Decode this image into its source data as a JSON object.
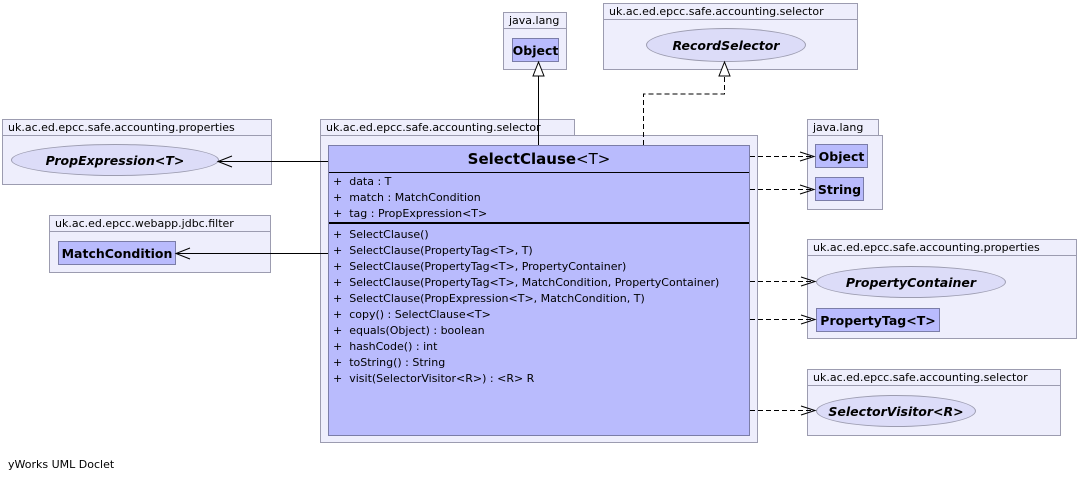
{
  "main_package": "uk.ac.ed.epcc.safe.accounting.selector",
  "main_class": {
    "name": "SelectClause",
    "type_param": "<T>",
    "attributes": [
      "+  data : T",
      "+  match : MatchCondition",
      "+  tag : PropExpression<T>"
    ],
    "operations": [
      "+  SelectClause()",
      "+  SelectClause(PropertyTag<T>, T)",
      "+  SelectClause(PropertyTag<T>, PropertyContainer)",
      "+  SelectClause(PropertyTag<T>, MatchCondition, PropertyContainer)",
      "+  SelectClause(PropExpression<T>, MatchCondition, T)",
      "+  copy() : SelectClause<T>",
      "+  equals(Object) : boolean",
      "+  hashCode() : int",
      "+  toString() : String",
      "+  visit(SelectorVisitor<R>) : <R> R"
    ]
  },
  "packages": {
    "java_lang_top": {
      "name": "java.lang",
      "classes": [
        "Object"
      ]
    },
    "selector_top": {
      "name": "uk.ac.ed.epcc.safe.accounting.selector",
      "interfaces": [
        "RecordSelector"
      ]
    },
    "properties_left": {
      "name": "uk.ac.ed.epcc.safe.accounting.properties",
      "interfaces": [
        "PropExpression<T>"
      ]
    },
    "jdbc_filter": {
      "name": "uk.ac.ed.epcc.webapp.jdbc.filter",
      "classes": [
        "MatchCondition"
      ]
    },
    "java_lang_right": {
      "name": "java.lang",
      "classes": [
        "Object",
        "String"
      ]
    },
    "properties_right": {
      "name": "uk.ac.ed.epcc.safe.accounting.properties",
      "interfaces": [
        "PropertyContainer"
      ],
      "classes": [
        "PropertyTag<T>"
      ]
    },
    "selector_right": {
      "name": "uk.ac.ed.epcc.safe.accounting.selector",
      "interfaces": [
        "SelectorVisitor<R>"
      ]
    }
  },
  "relations": [
    {
      "from": "SelectClause<T>",
      "to": "Object",
      "kind": "generalization"
    },
    {
      "from": "SelectClause<T>",
      "to": "RecordSelector",
      "kind": "realization"
    },
    {
      "from": "SelectClause<T>",
      "to": "PropExpression<T>",
      "kind": "association"
    },
    {
      "from": "SelectClause<T>",
      "to": "MatchCondition",
      "kind": "association"
    },
    {
      "from": "SelectClause<T>",
      "to": "Object",
      "kind": "dependency"
    },
    {
      "from": "SelectClause<T>",
      "to": "String",
      "kind": "dependency"
    },
    {
      "from": "SelectClause<T>",
      "to": "PropertyContainer",
      "kind": "dependency"
    },
    {
      "from": "SelectClause<T>",
      "to": "PropertyTag<T>",
      "kind": "dependency"
    },
    {
      "from": "SelectClause<T>",
      "to": "SelectorVisitor<R>",
      "kind": "dependency"
    }
  ],
  "footer": "yWorks UML Doclet"
}
